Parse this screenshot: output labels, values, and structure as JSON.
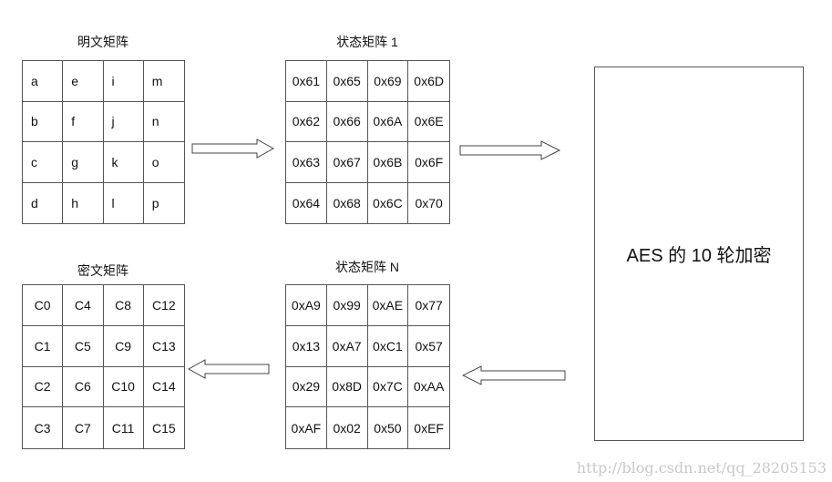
{
  "plaintext": {
    "title": "明文矩阵",
    "cells": [
      "a",
      "e",
      "i",
      "m",
      "b",
      "f",
      "j",
      "n",
      "c",
      "g",
      "k",
      "o",
      "d",
      "h",
      "l",
      "p"
    ]
  },
  "state1": {
    "title": "状态矩阵 1",
    "cells": [
      "0x61",
      "0x65",
      "0x69",
      "0x6D",
      "0x62",
      "0x66",
      "0x6A",
      "0x6E",
      "0x63",
      "0x67",
      "0x6B",
      "0x6F",
      "0x64",
      "0x68",
      "0x6C",
      "0x70"
    ]
  },
  "aes_box": {
    "label": "AES 的 10 轮加密"
  },
  "stateN": {
    "title": "状态矩阵 N",
    "cells": [
      "0xA9",
      "0x99",
      "0xAE",
      "0x77",
      "0x13",
      "0xA7",
      "0xC1",
      "0x57",
      "0x29",
      "0x8D",
      "0x7C",
      "0xAA",
      "0xAF",
      "0x02",
      "0x50",
      "0xEF"
    ]
  },
  "ciphertext": {
    "title": "密文矩阵",
    "cells": [
      "C0",
      "C4",
      "C8",
      "C12",
      "C1",
      "C5",
      "C9",
      "C13",
      "C2",
      "C6",
      "C10",
      "C14",
      "C3",
      "C7",
      "C11",
      "C15"
    ]
  },
  "watermark": "http://blog.csdn.net/qq_28205153"
}
